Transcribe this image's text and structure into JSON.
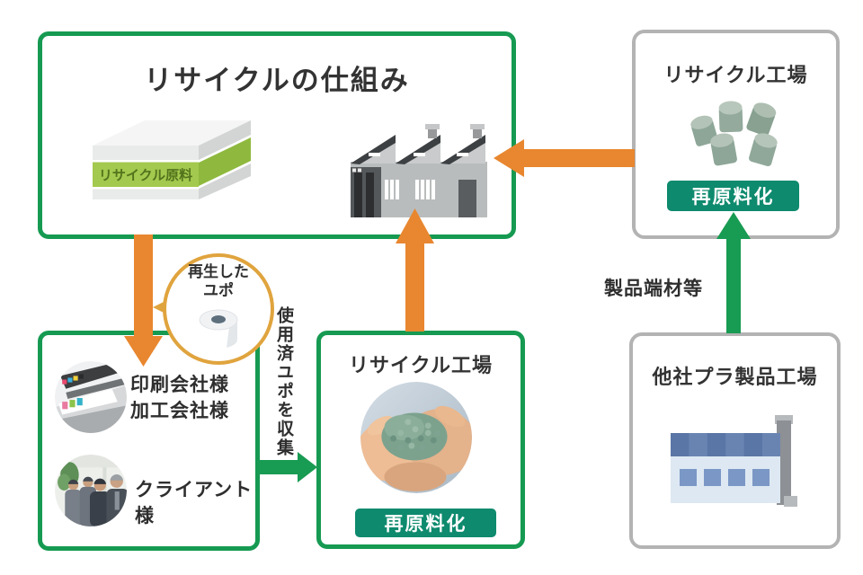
{
  "main_box": {
    "title": "リサイクルの仕組み",
    "package_label": "リサイクル原料"
  },
  "recycle_plant_top": {
    "title": "リサイクル工場",
    "badge": "再原料化"
  },
  "recycle_plant_center": {
    "title": "リサイクル工場",
    "badge": "再原料化"
  },
  "partners_box": {
    "printer_label_line1": "印刷会社様",
    "printer_label_line2": "加工会社様",
    "client_label": "クライアント様"
  },
  "other_factory_box": {
    "title": "他社プラ製品工場"
  },
  "bubble": {
    "line1": "再生した",
    "line2": "ユポ"
  },
  "labels": {
    "collect_flow": "使用済ユポを収集",
    "scrap_flow": "製品端材等"
  },
  "colors": {
    "frame_green": "#169a52",
    "badge_teal": "#0e8a6e",
    "arrow_orange": "#e8872f",
    "bubble_gold": "#e0a43e",
    "frame_gray": "#b3b3b3"
  }
}
